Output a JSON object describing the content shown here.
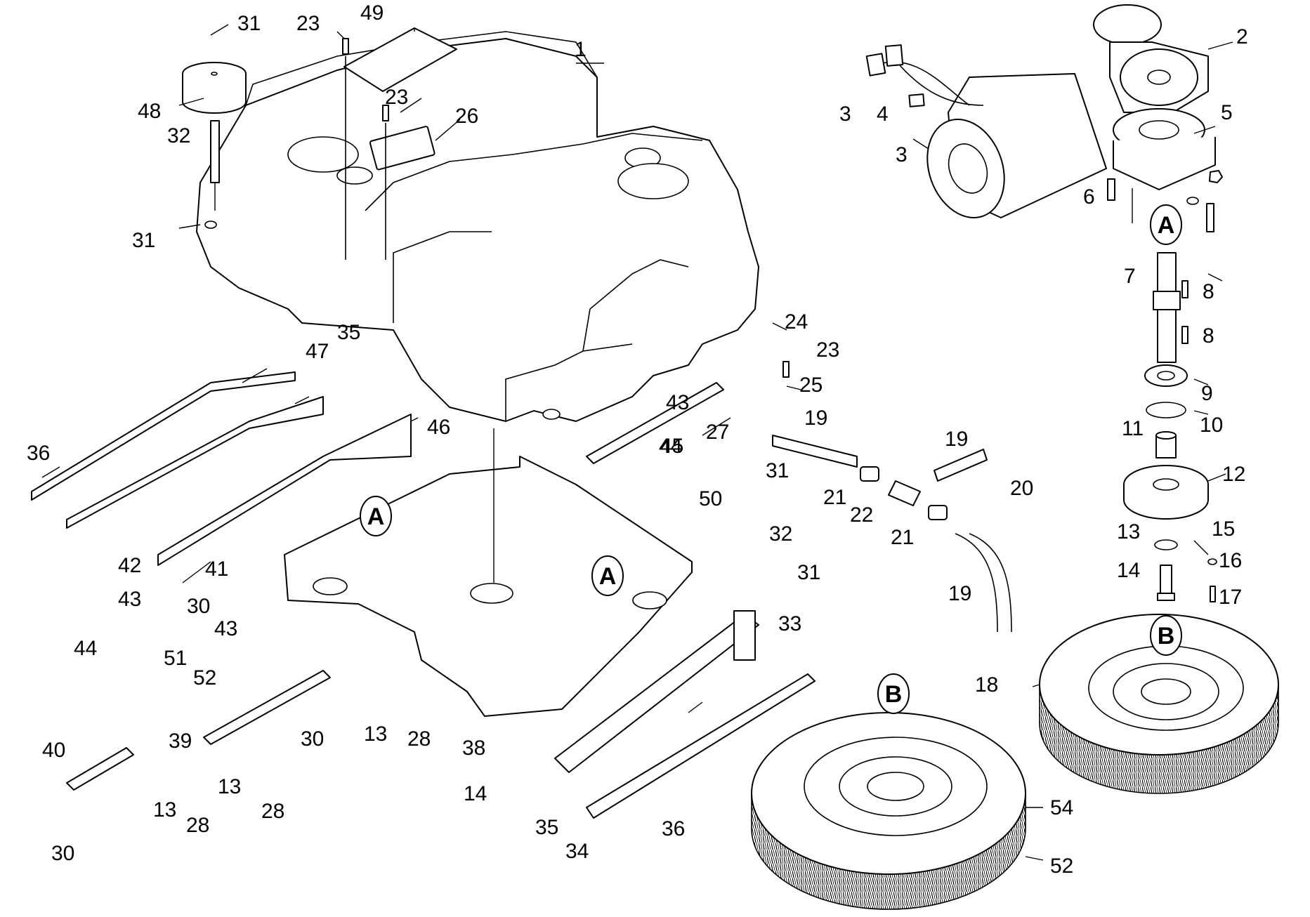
{
  "diagram": {
    "callouts": [
      "1",
      "2",
      "3",
      "3",
      "4",
      "5",
      "6",
      "7",
      "8",
      "8",
      "9",
      "10",
      "11",
      "12",
      "13",
      "13",
      "13",
      "13",
      "14",
      "14",
      "15",
      "16",
      "17",
      "18",
      "19",
      "19",
      "19",
      "20",
      "21",
      "21",
      "22",
      "23",
      "23",
      "23",
      "24",
      "25",
      "26",
      "27",
      "28",
      "28",
      "28",
      "30",
      "30",
      "30",
      "31",
      "31",
      "31",
      "31",
      "32",
      "32",
      "33",
      "34",
      "35",
      "35",
      "36",
      "36",
      "38",
      "39",
      "40",
      "41",
      "42",
      "43",
      "43",
      "43",
      "44",
      "44",
      "45",
      "46",
      "47",
      "48",
      "49",
      "50",
      "51",
      "52",
      "54"
    ],
    "reference_markers": [
      "A",
      "A",
      "A",
      "B",
      "B"
    ]
  }
}
